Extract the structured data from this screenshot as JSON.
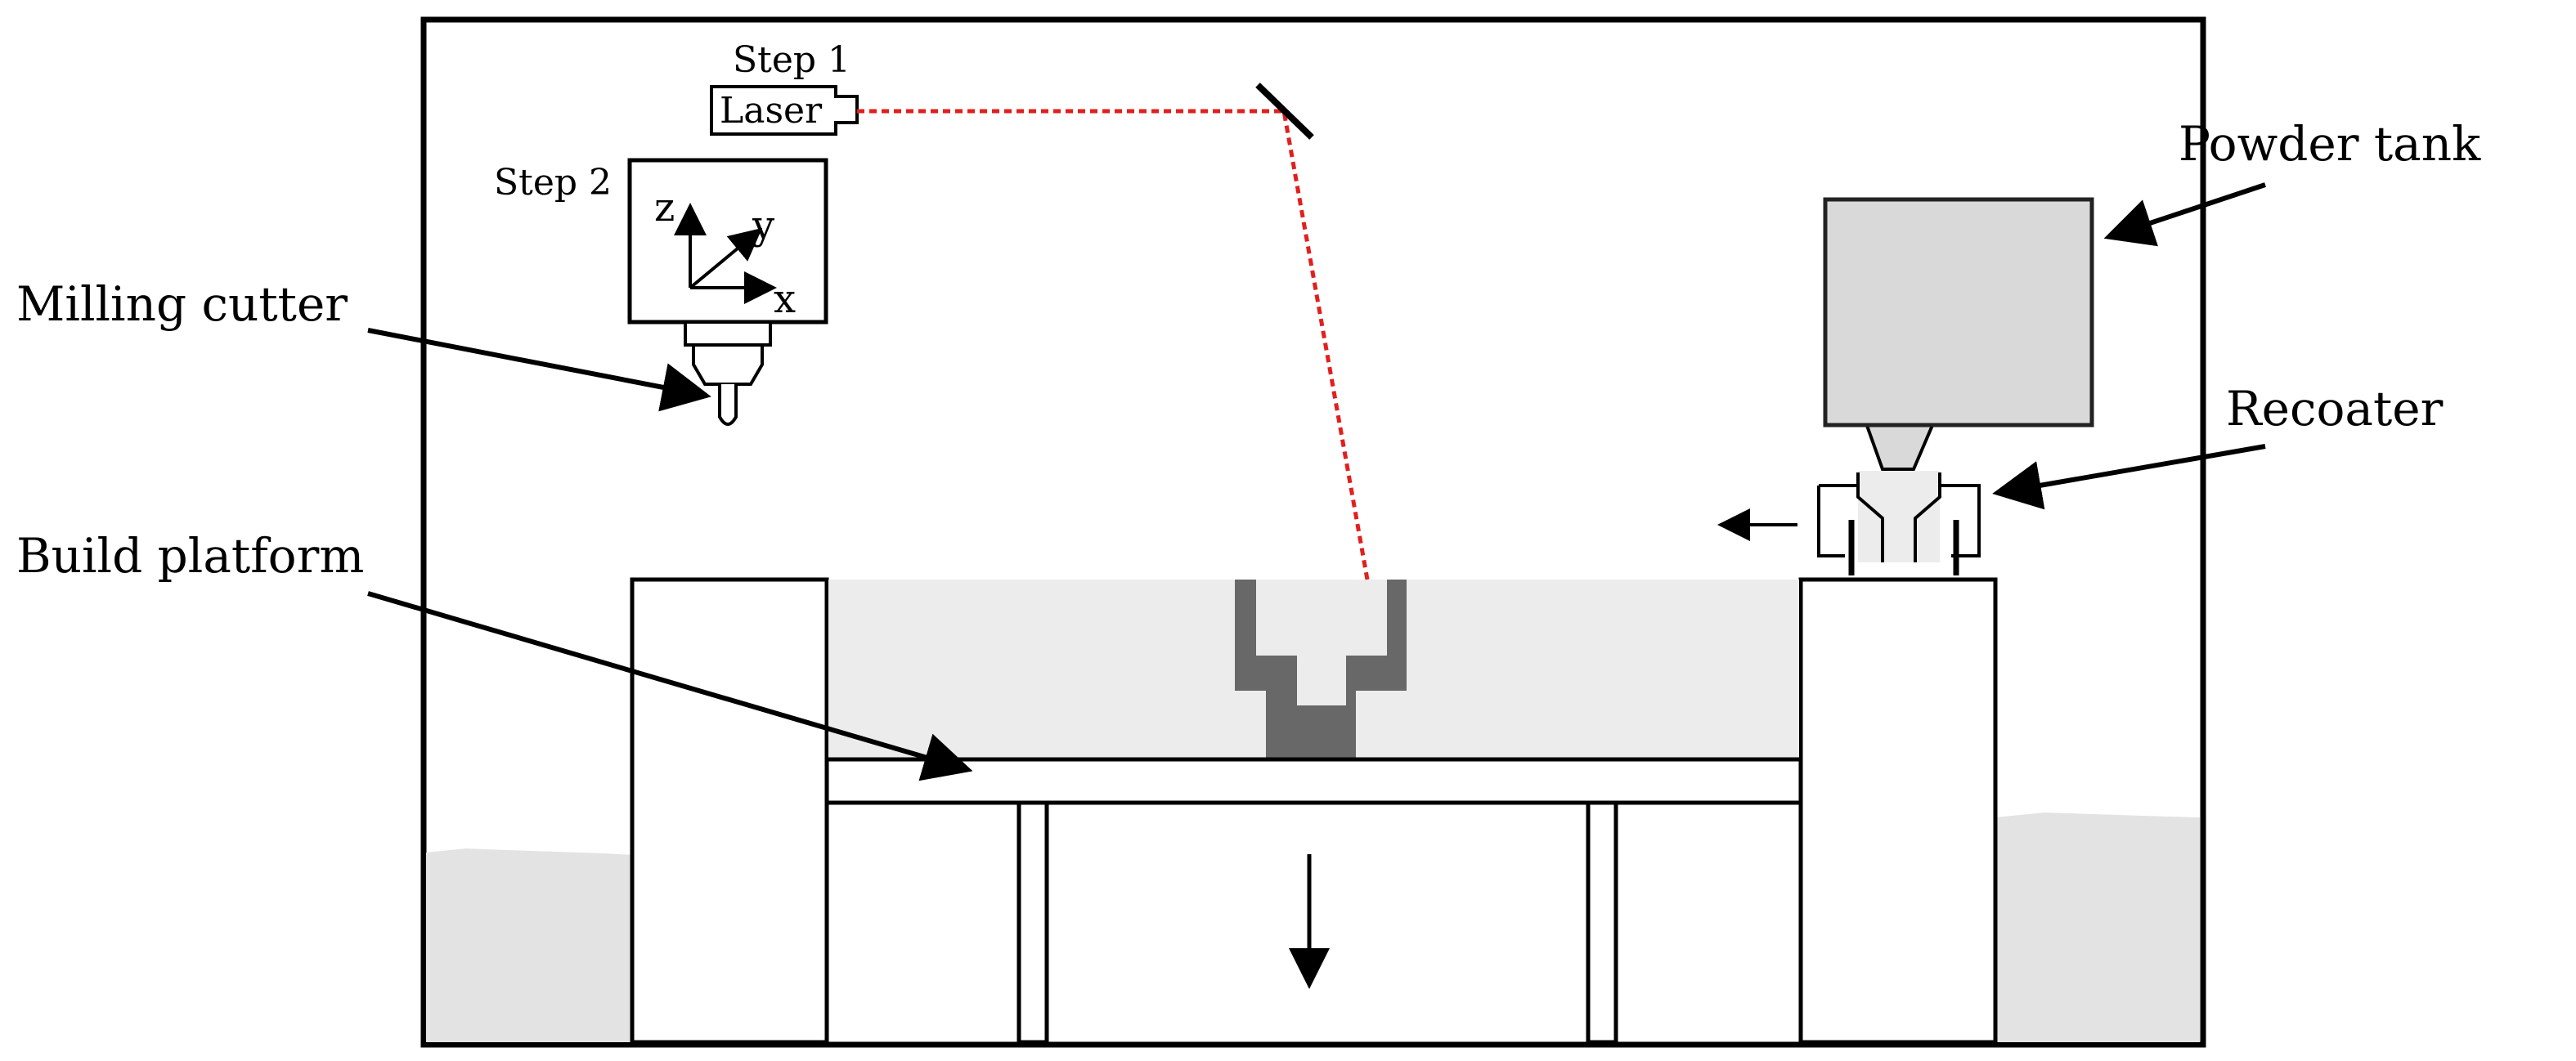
{
  "labels": {
    "step1": "Step 1",
    "laser": "Laser",
    "step2": "Step 2",
    "axis_z": "z",
    "axis_y": "y",
    "axis_x": "x",
    "milling_cutter": "Milling cutter",
    "build_platform": "Build platform",
    "powder_tank": "Powder tank",
    "recoater": "Recoater"
  },
  "colors": {
    "laser_beam": "#e0201e",
    "powder": "#ececec",
    "part": "#686868",
    "tank": "#d9d9d9",
    "outline": "#000000"
  }
}
